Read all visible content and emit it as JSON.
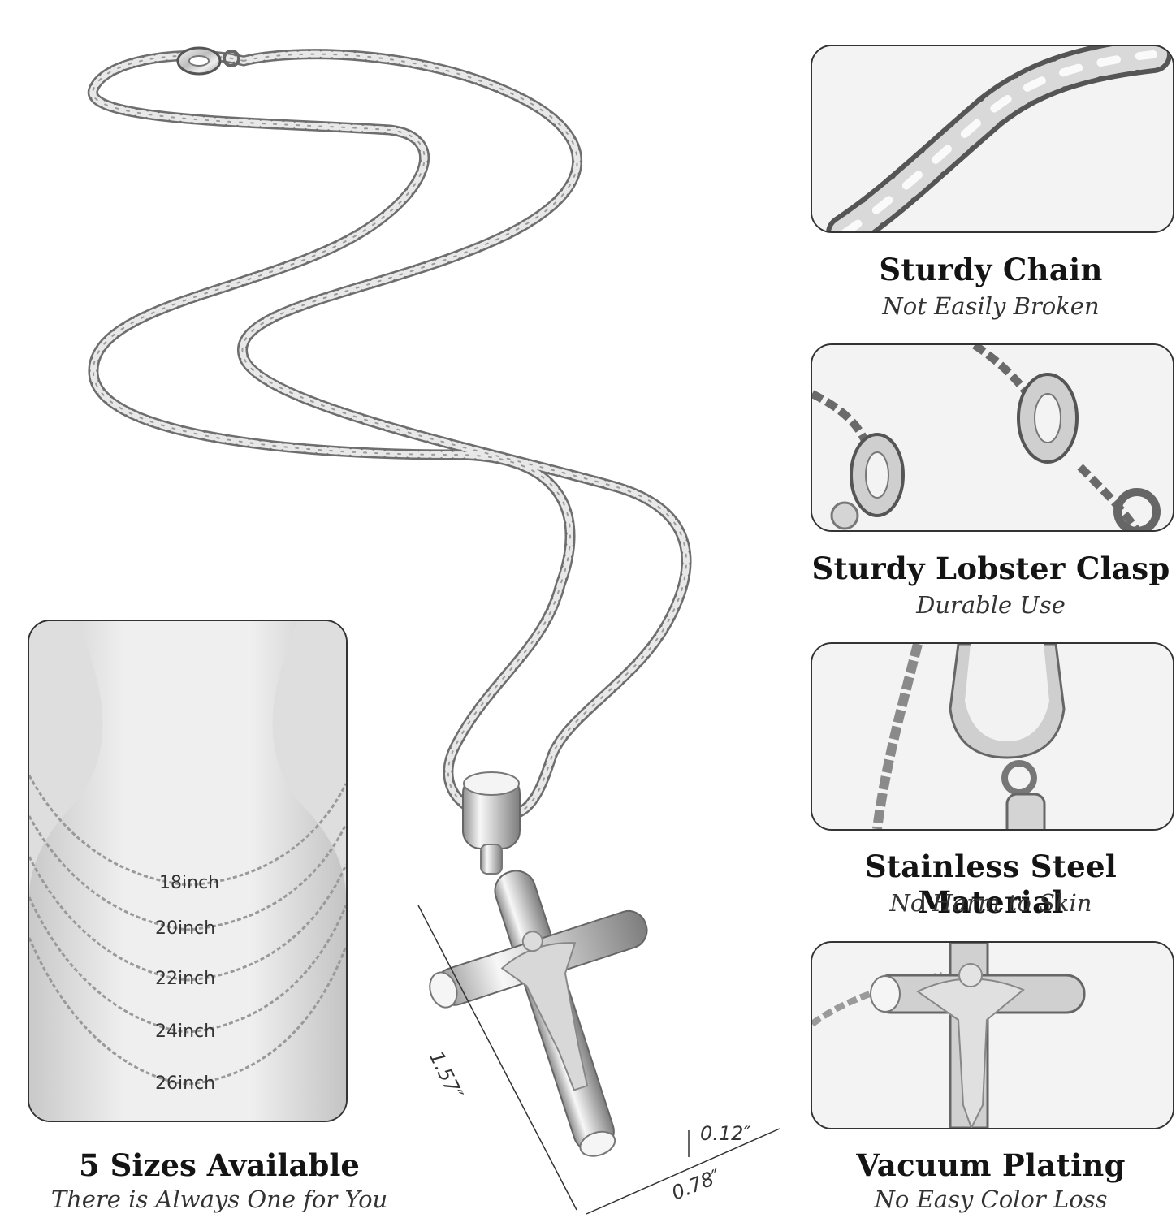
{
  "sizes": {
    "title": "5 Sizes Available",
    "subtitle": "There is Always One for You",
    "lengths": [
      "18inch",
      "20inch",
      "22inch",
      "24inch",
      "26inch"
    ]
  },
  "dimensions": {
    "height": "1.57″",
    "width": "0.78″",
    "depth": "0.12″"
  },
  "features": [
    {
      "title": "Sturdy Chain",
      "subtitle": "Not Easily Broken"
    },
    {
      "title": "Sturdy Lobster Clasp",
      "subtitle": "Durable Use"
    },
    {
      "title": "Stainless Steel Material",
      "subtitle": "No Harm to Skin"
    },
    {
      "title": "Vacuum Plating",
      "subtitle": "No Easy Color Loss"
    }
  ],
  "colors": {
    "metal": "#c9c9c9",
    "outline": "#333333",
    "background": "#ffffff"
  }
}
